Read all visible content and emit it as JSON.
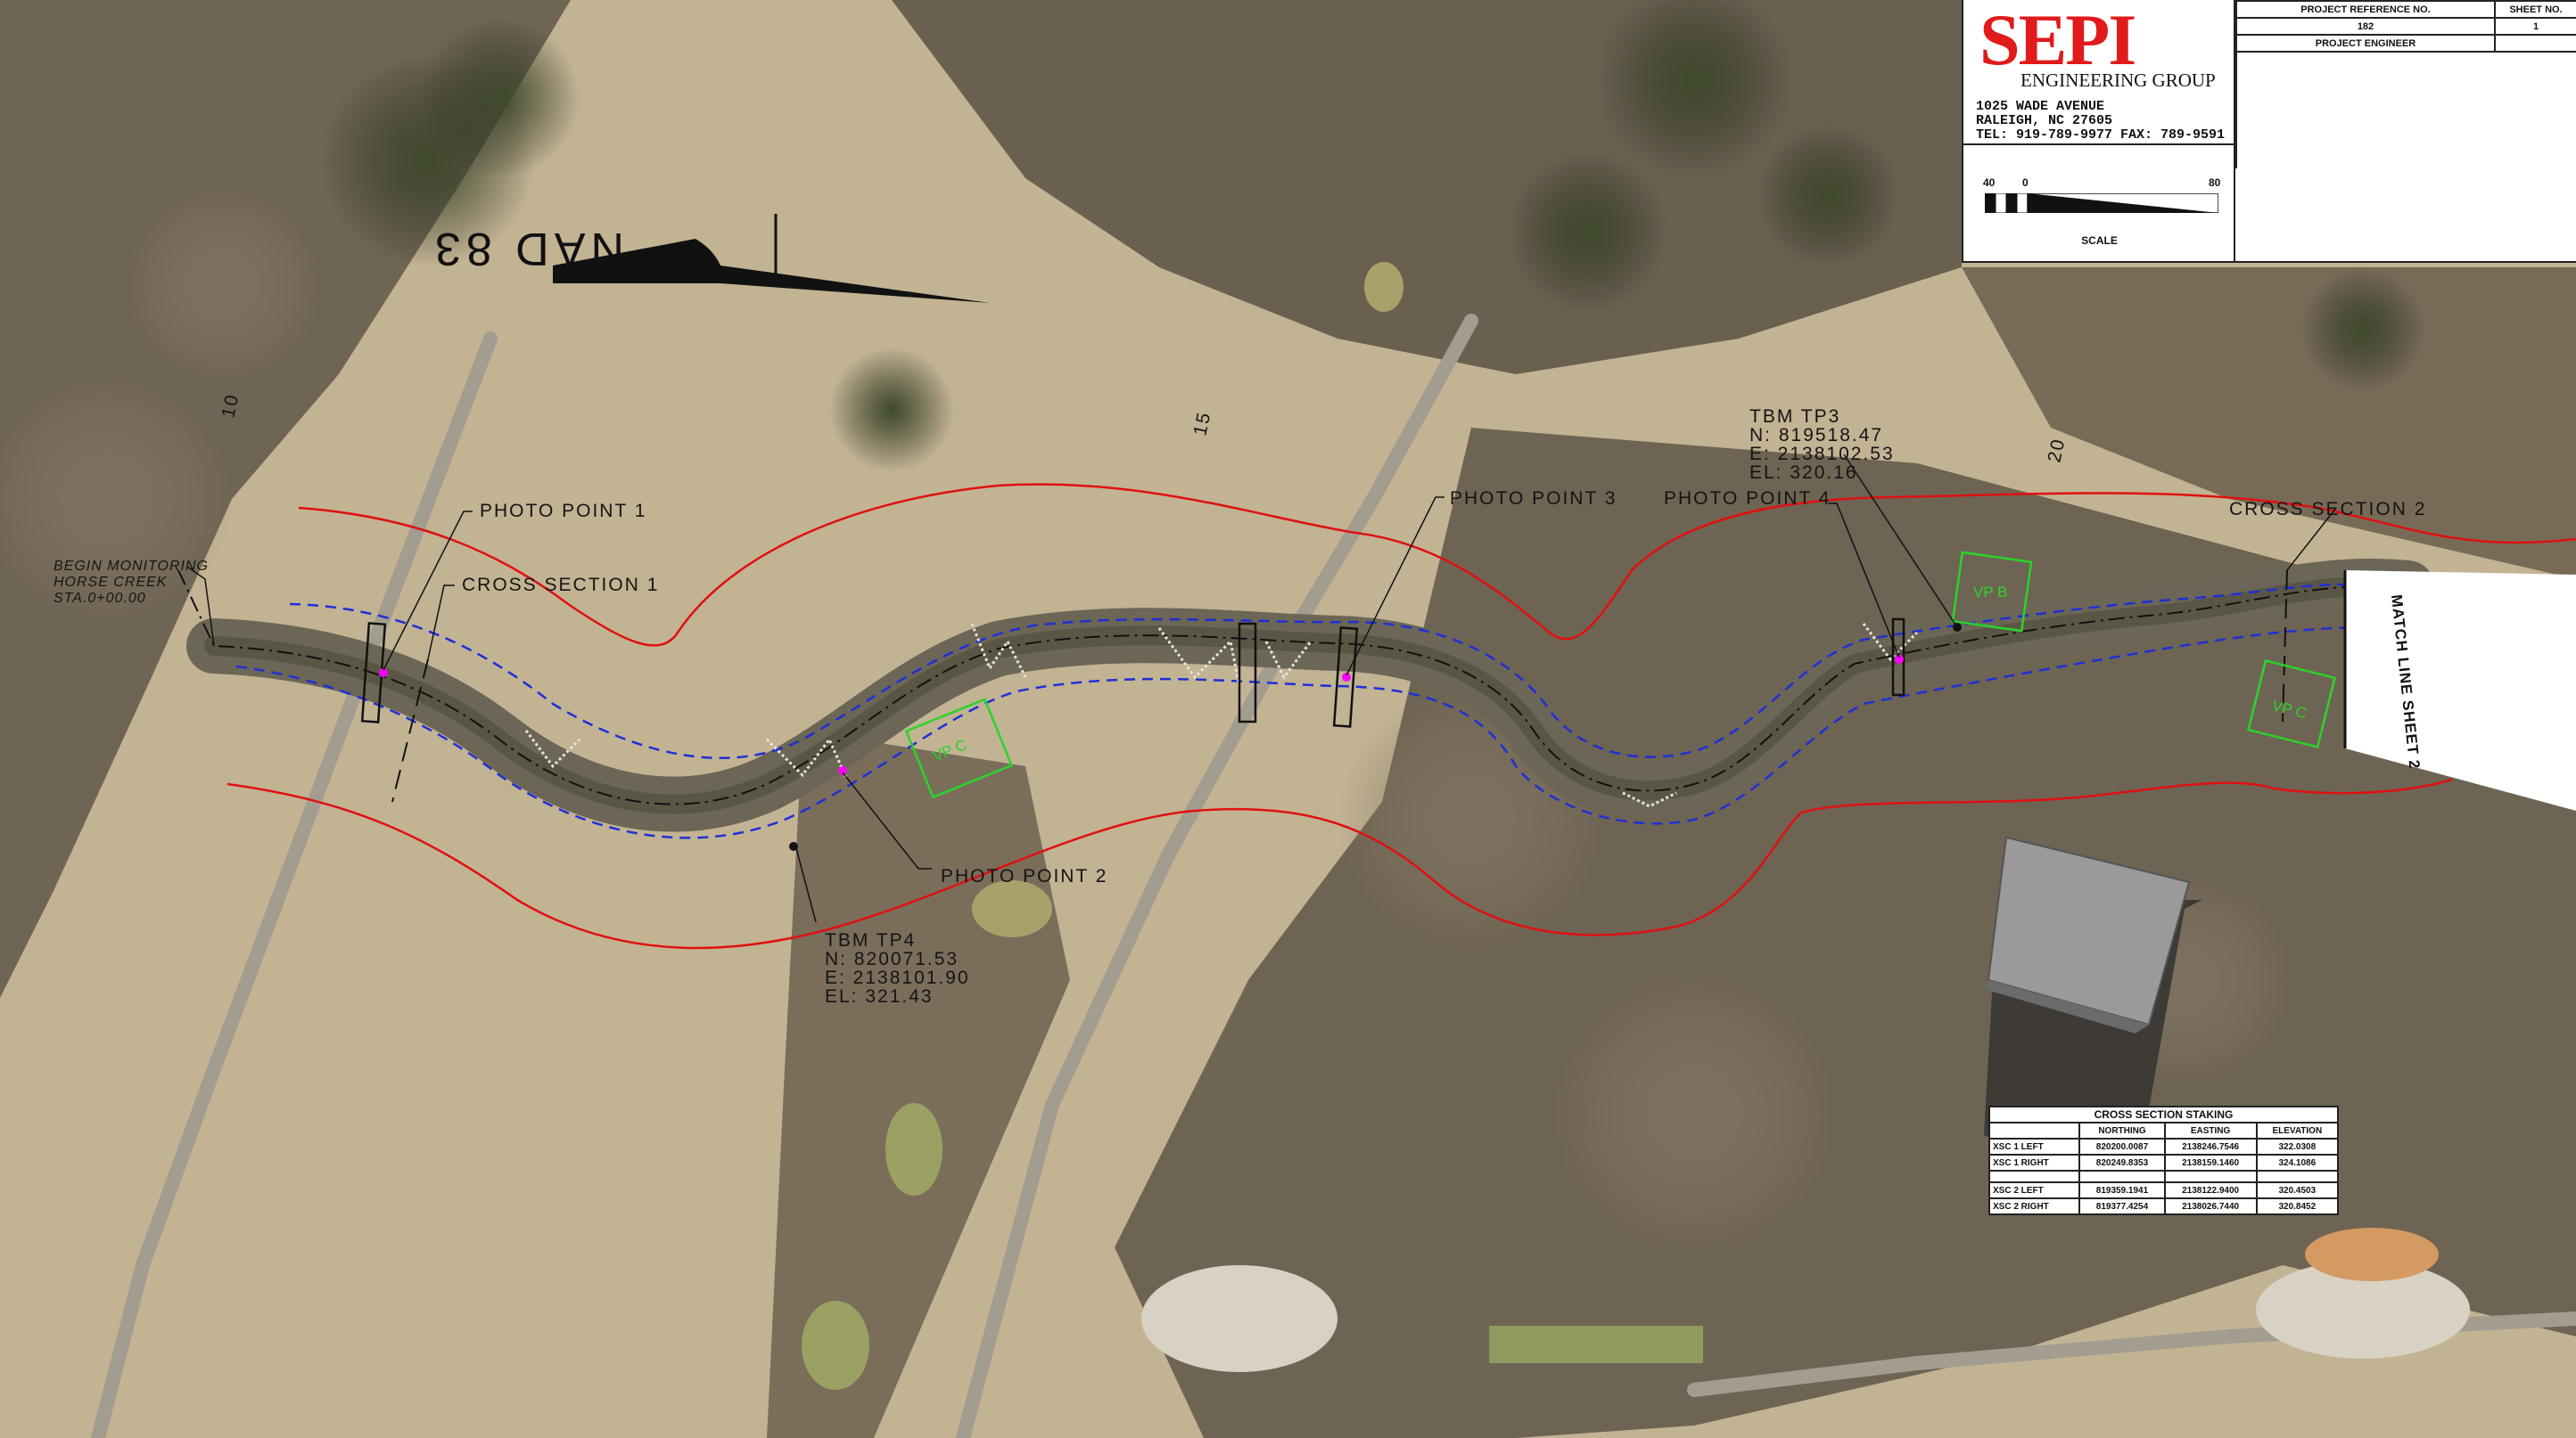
{
  "north_arrow": {
    "label": "NAD 83"
  },
  "stations": [
    "10",
    "15",
    "20"
  ],
  "start_label": [
    "BEGIN MONITORING",
    "HORSE CREEK",
    "STA.0+00.00"
  ],
  "photo_points": [
    "PHOTO POINT 1",
    "PHOTO POINT 2",
    "PHOTO POINT 3",
    "PHOTO POINT 4"
  ],
  "cross_sections": [
    "CROSS SECTION 1",
    "CROSS SECTION 2"
  ],
  "vegetation_plots": [
    "VP C",
    "VP B",
    "VP C"
  ],
  "match_line": "MATCH LINE SHEET 2",
  "benchmarks": [
    {
      "name": "TBM TP3",
      "northing": "N: 819518.47",
      "easting": "E: 2138102.53",
      "elevation": "EL: 320.16"
    },
    {
      "name": "TBM TP4",
      "northing": "N: 820071.53",
      "easting": "E: 2138101.90",
      "elevation": "EL: 321.43"
    }
  ],
  "title_block": {
    "logo": "SEPI",
    "logo_sub": "ENGINEERING GROUP",
    "address": [
      "1025 WADE AVENUE",
      "RALEIGH, NC 27605",
      "TEL: 919-789-9977 FAX: 789-9591"
    ],
    "project_reference_header": "PROJECT REFERENCE NO.",
    "sheet_no_header": "SHEET NO.",
    "project_reference_value": "182",
    "sheet_no_value": "1",
    "project_engineer_header": "PROJECT ENGINEER",
    "scale_min": "40",
    "scale_mid": "0",
    "scale_max": "80",
    "scale_caption": "SCALE"
  },
  "staking_table": {
    "title": "CROSS SECTION STAKING",
    "columns": [
      "",
      "NORTHING",
      "EASTING",
      "ELEVATION"
    ],
    "rows": [
      [
        "XSC 1 LEFT",
        "820200.0087",
        "2138246.7546",
        "322.0308"
      ],
      [
        "XSC 1 RIGHT",
        "820249.8353",
        "2138159.1460",
        "324.1086"
      ],
      [
        "XSC 2 LEFT",
        "819359.1941",
        "2138122.9400",
        "320.4503"
      ],
      [
        "XSC 2 RIGHT",
        "819377.4254",
        "2138026.7440",
        "320.8452"
      ]
    ]
  },
  "colors": {
    "limit_line": "#e01010",
    "easement_line": "#1e2fd8",
    "vegetation_plot": "#2ad42a",
    "photo_point": "#ff00ff",
    "logo": "#e11a1a"
  }
}
